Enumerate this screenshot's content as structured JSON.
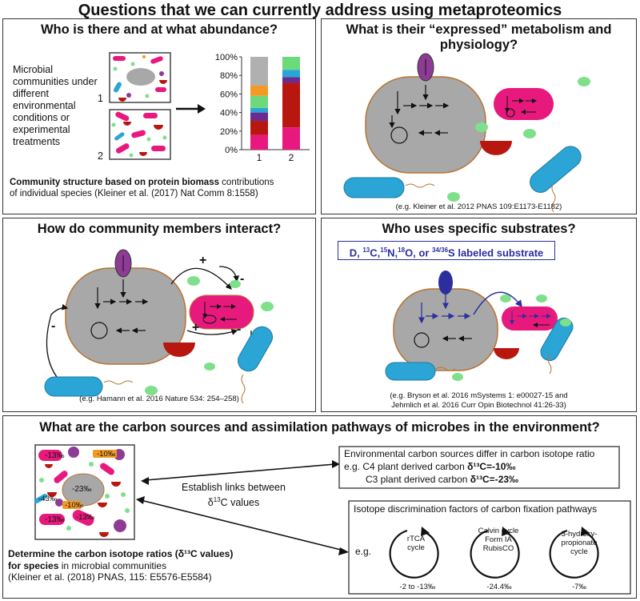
{
  "title": "Questions that we can currently address using metaproteomics",
  "p1": {
    "heading": "Who is there and at what abundance?",
    "side_text": "Microbial communities under different environmental conditions or experimental treatments",
    "sample1": "1",
    "sample2": "2",
    "caption_bold": "Community structure based on protein biomass",
    "caption_rest": " contributions",
    "caption_line2": "of individual species (Kleiner et al. (2017) Nat Comm 8:1558)"
  },
  "chart_data": {
    "type": "bar",
    "stacked": true,
    "categories": [
      "1",
      "2"
    ],
    "yticks": [
      "0%",
      "20%",
      "40%",
      "60%",
      "80%",
      "100%"
    ],
    "ylim": [
      0,
      100
    ],
    "series": [
      {
        "color": "#e8197d",
        "values": [
          16,
          24
        ]
      },
      {
        "color": "#b8170f",
        "values": [
          15,
          48
        ]
      },
      {
        "color": "#6a2c91",
        "values": [
          9,
          6
        ]
      },
      {
        "color": "#2aa5d5",
        "values": [
          5,
          8
        ]
      },
      {
        "color": "#6cd97a",
        "values": [
          13,
          14
        ]
      },
      {
        "color": "#f39a25",
        "values": [
          11,
          0
        ]
      },
      {
        "color": "#b0b0b0",
        "values": [
          31,
          0
        ]
      }
    ]
  },
  "p2": {
    "heading_line1": "What is their “expressed” metabolism and",
    "heading_line2": "physiology?",
    "cite": "(e.g. Kleiner et al. 2012 PNAS 109:E1173-E1182)"
  },
  "p3": {
    "heading": "How do community members interact?",
    "plus1": "+",
    "plus2": "+",
    "minus1": "-",
    "minus2": "-",
    "minus3": "-",
    "cite": "(e.g. Hamann et al. 2016 Nature 534: 254–258)"
  },
  "p4": {
    "heading": "Who uses specific substrates?",
    "substrate": {
      "d": "D, ",
      "c": "13",
      "c2": "C,",
      "n": "15",
      "n2": "N,",
      "o": "18",
      "o2": "O, or ",
      "s": "34/36",
      "s2": "S labeled substrate"
    },
    "cite1": "(e.g. Bryson et al. 2016 mSystems 1: e00027-15 and",
    "cite2": "Jehmlich et al. 2016 Curr Opin Biotechnol 41:26-33)"
  },
  "p5": {
    "heading": "What are the carbon sources and assimilation pathways of microbes in the environment?",
    "center_val": "-23‰",
    "cell_vals": [
      "-13‰",
      "-10‰",
      "-43‰",
      "-10‰",
      "-13‰",
      "-13‰"
    ],
    "link_line1": "Establish links between",
    "link_line2_pre": "δ",
    "link_line2_sup": "13",
    "link_line2_post": "C values",
    "env_title": "Environmental carbon sources differ in carbon isotope ratio",
    "env_c4_pre": "e.g. C4 plant derived carbon ",
    "env_c4_val": "δ¹³C=-10‰",
    "env_c3_pre": "C3 plant derived carbon ",
    "env_c3_val": "δ¹³C=-23‰",
    "iso_title": "Isotope discrimination factors of carbon fixation pathways",
    "eg": "e.g.",
    "cycles": [
      {
        "name": "rTCA cycle",
        "value": "-2 to -13‰"
      },
      {
        "name": "Calvin cycle Form IA RubisCO",
        "value": "-24.4‰"
      },
      {
        "name": "3-hydroxy-propionate cycle",
        "value": "-7‰"
      }
    ],
    "det_line1": "Determine the carbon isotope ratios (δ¹³C values)",
    "det_line2": "for species",
    "det_line2_rest": " in microbial communities",
    "det_line3": "(Kleiner et al. (2018) PNAS, 115: E5576-E5584)"
  },
  "colors": {
    "grey_cell": "#a8a8a8",
    "cell_border": "#b87333",
    "pink": "#e8197d",
    "red": "#b8170f",
    "blue": "#2aa5d5",
    "green": "#7ee08a",
    "purple": "#8e3b95",
    "navy": "#2b2f9e"
  }
}
